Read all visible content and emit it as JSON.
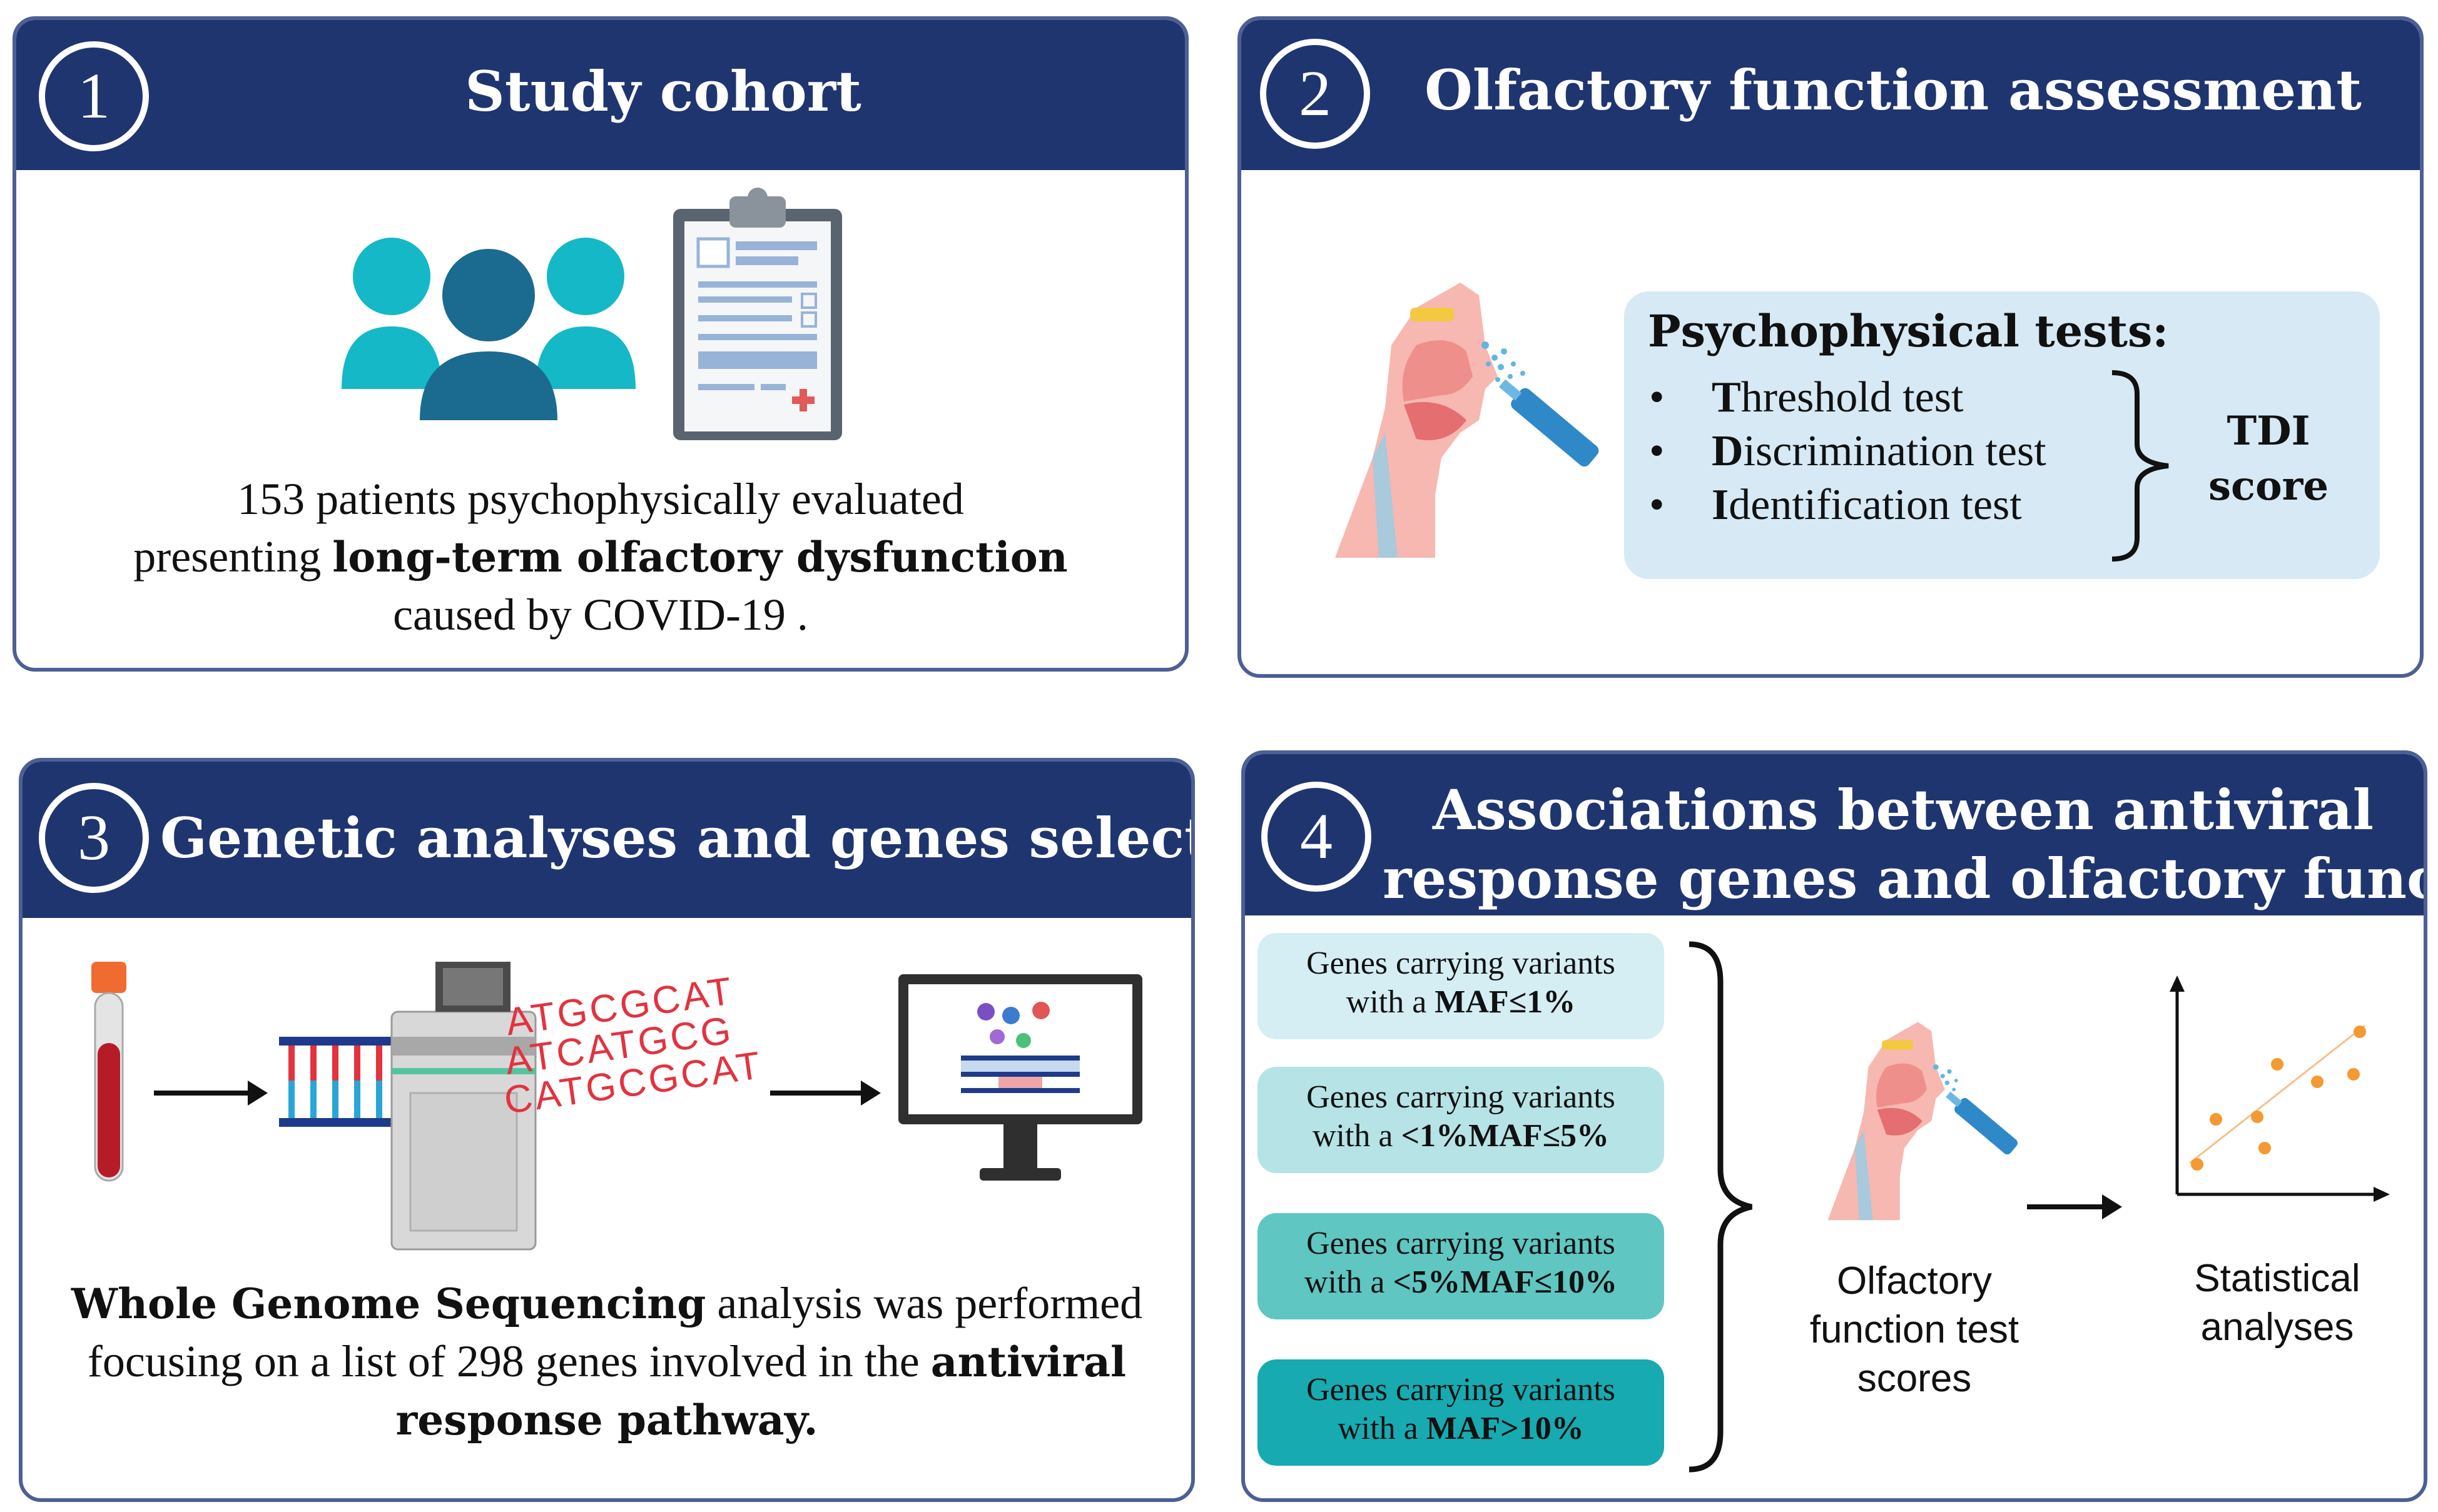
{
  "panels": [
    {
      "number": "1",
      "title": "Study cohort",
      "text_line1": "153 patients psychophysically evaluated",
      "text_line2_pre": "presenting ",
      "text_line2_bold": "long-term olfactory dysfunction",
      "text_line3": "caused by COVID-19 ."
    },
    {
      "number": "2",
      "title": "Olfactory function assessment",
      "tests_title": "Psychophysical tests:",
      "tests": [
        {
          "initial": "T",
          "rest": "hreshold test"
        },
        {
          "initial": "D",
          "rest": "iscrimination test"
        },
        {
          "initial": "I",
          "rest": "dentification test"
        }
      ],
      "score_line1": "TDI",
      "score_line2": "score"
    },
    {
      "number": "3",
      "title": "Genetic analyses and genes selection",
      "dna_lines": [
        "ATGCGCAT",
        "ATCATGCG",
        "CATGCGCAT"
      ],
      "text_line1_bold": "Whole Genome Sequencing",
      "text_line1_rest": " analysis was performed",
      "text_line2_pre": "focusing on a list of 298 genes involved in the ",
      "text_line2_bold": "antiviral",
      "text_line3_bold": "response pathway."
    },
    {
      "number": "4",
      "title_line1": "Associations between antiviral",
      "title_line2": "response genes and olfactory function",
      "maf_groups": [
        {
          "line1": "Genes carrying variants",
          "line2_pre": "with a ",
          "line2_bold": "MAF≤1%",
          "color": "#d4eef4"
        },
        {
          "line1": "Genes carrying variants",
          "line2_pre": "with a ",
          "line2_bold": "<1%MAF≤5%",
          "color": "#b6e3e6"
        },
        {
          "line1": "Genes carrying variants",
          "line2_pre": "with a ",
          "line2_bold": "<5%MAF≤10%",
          "color": "#5fc6c2"
        },
        {
          "line1": "Genes carrying variants",
          "line2_pre": "with a ",
          "line2_bold": "MAF>10%",
          "color": "#17aab0"
        }
      ],
      "olfactory_label": [
        "Olfactory",
        "function test",
        "scores"
      ],
      "stats_label": [
        "Statistical",
        "analyses"
      ]
    }
  ],
  "colors": {
    "header": "#1f3570",
    "border": "#4d5f94",
    "people_light": "#15b8c6",
    "people_dark": "#1a6b8f",
    "test_box": "#d6e9f5",
    "scatter_points": "#f39a32"
  }
}
